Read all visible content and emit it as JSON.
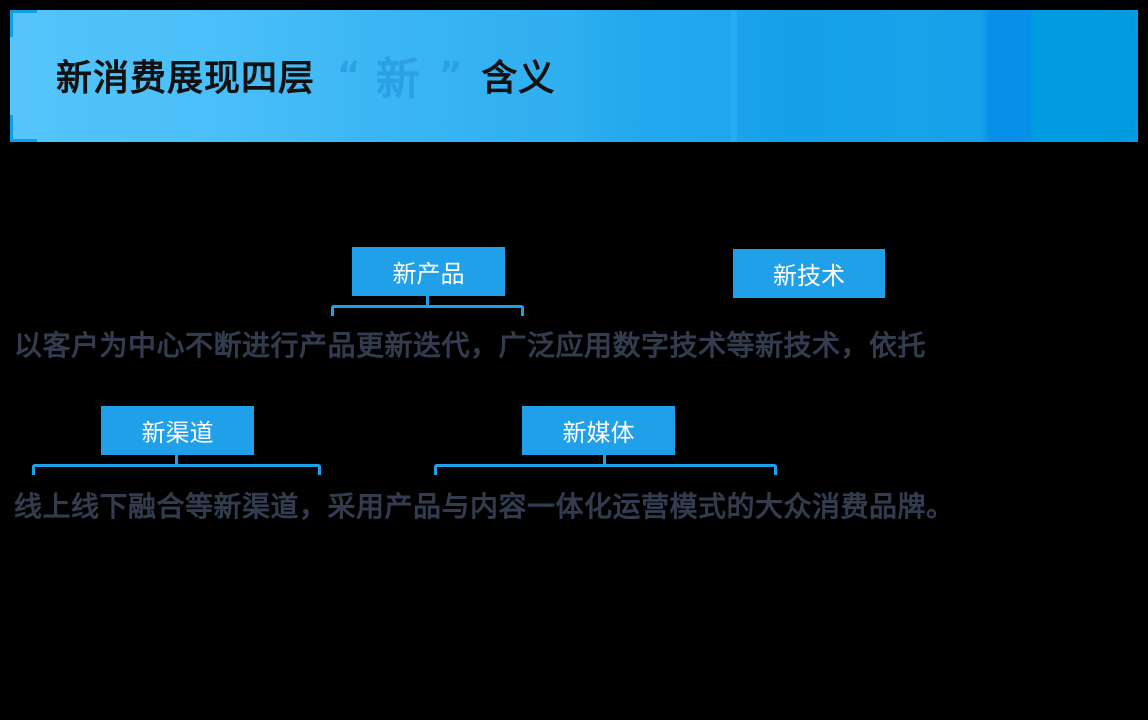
{
  "header": {
    "title_prefix": "新消费展现四层",
    "quote_open": "“",
    "highlight": "新",
    "quote_close": "”",
    "title_suffix": "含义",
    "colors": {
      "band_start": "#55c5fb",
      "band_end": "#009ae0",
      "highlight": "#2a9de3",
      "title_text": "#111111"
    }
  },
  "tags": [
    {
      "label": "新产品",
      "color": "#20a0e8"
    },
    {
      "label": "新技术",
      "color": "#20a0e8"
    },
    {
      "label": "新渠道",
      "color": "#20a0e8"
    },
    {
      "label": "新媒体",
      "color": "#20a0e8"
    }
  ],
  "body": {
    "line1": "以客户为中心不断进行产品更新迭代，广泛应用数字技术等新技术，依托",
    "line2": "线上线下融合等新渠道，采用产品与内容一体化运营模式的大众消费品牌。",
    "text_color": "#333c4e"
  }
}
